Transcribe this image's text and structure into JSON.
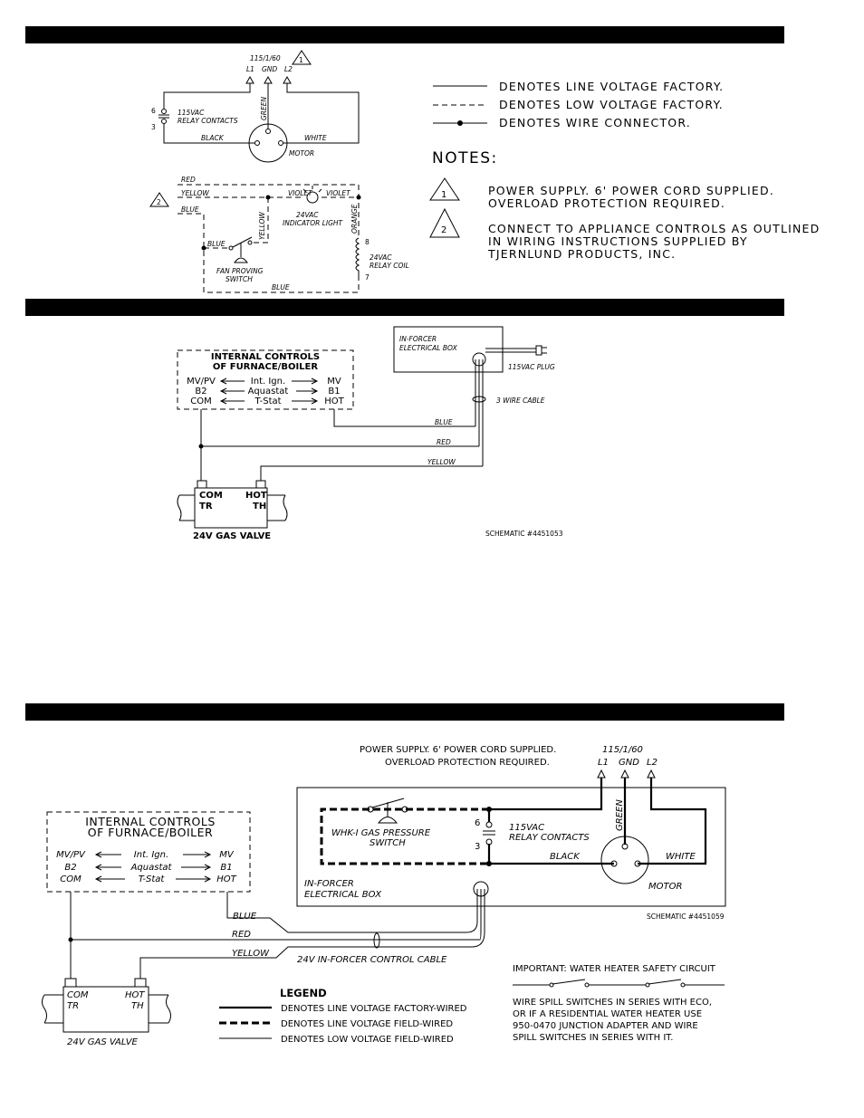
{
  "top": {
    "power": "115/1/60",
    "l1": "L1",
    "gnd": "GND",
    "l2": "L2",
    "note_num_1": "1",
    "note_num_2": "2",
    "term6": "6",
    "term3": "3",
    "term8": "8",
    "term7": "7",
    "relay_contacts_a": "115VAC",
    "relay_contacts_b": "RELAY CONTACTS",
    "black": "BLACK",
    "white": "WHITE",
    "green": "GREEN",
    "motor": "MOTOR",
    "red": "RED",
    "yellow": "YELLOW",
    "blue": "BLUE",
    "violet": "VIOLET",
    "orange": "ORANGE",
    "light_a": "24VAC",
    "light_b": "INDICATOR LIGHT",
    "coil_a": "24VAC",
    "coil_b": "RELAY COIL",
    "fan_a": "FAN PROVING",
    "fan_b": "SWITCH",
    "legend": [
      "DENOTES LINE VOLTAGE FACTORY.",
      "DENOTES LOW VOLTAGE FACTORY.",
      "DENOTES WIRE CONNECTOR."
    ],
    "notes_title": "NOTES:",
    "note1_a": "POWER SUPPLY. 6' POWER CORD SUPPLIED.",
    "note1_b": "OVERLOAD PROTECTION REQUIRED.",
    "note2_a": "CONNECT TO APPLIANCE CONTROLS AS OUTLINED",
    "note2_b": "IN WIRING INSTRUCTIONS SUPPLIED BY",
    "note2_c": "TJERNLUND PRODUCTS, INC."
  },
  "mid": {
    "ic_title_a": "INTERNAL CONTROLS",
    "ic_title_b": "OF FURNACE/BOILER",
    "row1": [
      "MV/PV",
      "Int. Ign.",
      "MV"
    ],
    "row2": [
      "B2",
      "Aquastat",
      "B1"
    ],
    "row3": [
      "COM",
      "T-Stat",
      "HOT"
    ],
    "box_a": "IN-FORCER",
    "box_b": "ELECTRICAL BOX",
    "plug": "115VAC PLUG",
    "cable": "3 WIRE CABLE",
    "blue": "BLUE",
    "red": "RED",
    "yellow": "YELLOW",
    "valve_com": "COM",
    "valve_tr": "TR",
    "valve_hot": "HOT",
    "valve_th": "TH",
    "valve": "24V GAS VALVE",
    "schematic": "SCHEMATIC #4451053"
  },
  "bottom": {
    "power_a": "POWER SUPPLY. 6' POWER CORD SUPPLIED.",
    "power_b": "OVERLOAD PROTECTION REQUIRED.",
    "power": "115/1/60",
    "l1": "L1",
    "gnd": "GND",
    "l2": "L2",
    "whk_a": "WHK-I GAS PRESSURE",
    "whk_b": "SWITCH",
    "term6": "6",
    "term3": "3",
    "relay_a": "115VAC",
    "relay_b": "RELAY CONTACTS",
    "black": "BLACK",
    "white": "WHITE",
    "green": "GREEN",
    "motor": "MOTOR",
    "box_a": "IN-FORCER",
    "box_b": "ELECTRICAL BOX",
    "schematic": "SCHEMATIC #4451059",
    "ic_title_a": "INTERNAL CONTROLS",
    "ic_title_b": "OF FURNACE/BOILER",
    "row1": [
      "MV/PV",
      "Int. Ign.",
      "MV"
    ],
    "row2": [
      "B2",
      "Aquastat",
      "B1"
    ],
    "row3": [
      "COM",
      "T-Stat",
      "HOT"
    ],
    "blue": "BLUE",
    "red": "RED",
    "yellow": "YELLOW",
    "cable": "24V IN-FORCER CONTROL CABLE",
    "valve_com": "COM",
    "valve_tr": "TR",
    "valve_hot": "HOT",
    "valve_th": "TH",
    "valve": "24V GAS VALVE",
    "legend_title": "LEGEND",
    "legend": [
      "DENOTES LINE VOLTAGE FACTORY-WIRED",
      "DENOTES LINE VOLTAGE FIELD-WIRED",
      "DENOTES LOW VOLTAGE FIELD-WIRED"
    ],
    "important": "IMPORTANT: WATER HEATER SAFETY CIRCUIT",
    "spill_a": "WIRE SPILL SWITCHES IN SERIES WITH ECO,",
    "spill_b": "OR IF A RESIDENTIAL WATER HEATER USE",
    "spill_c": "950-0470 JUNCTION ADAPTER AND WIRE",
    "spill_d": "SPILL SWITCHES IN SERIES WITH IT."
  }
}
